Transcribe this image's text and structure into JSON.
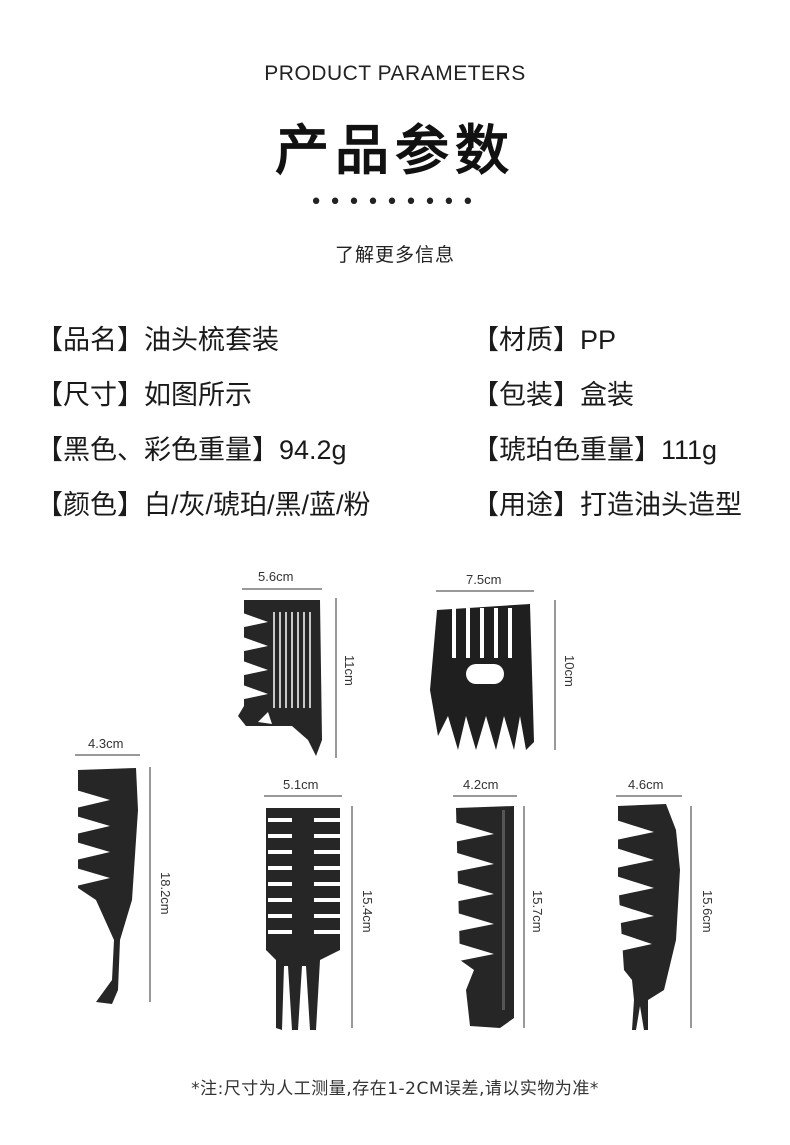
{
  "header": {
    "english_title": "PRODUCT PARAMETERS",
    "chinese_title": "产品参数",
    "dots": "•••••••••",
    "subtitle": "了解更多信息"
  },
  "parameters": [
    {
      "label": "【品名】",
      "value": "油头梳套装"
    },
    {
      "label": "【材质】",
      "value": "PP"
    },
    {
      "label": "【尺寸】",
      "value": "如图所示"
    },
    {
      "label": "【包装】",
      "value": "盒装"
    },
    {
      "label": "【黑色、彩色重量】",
      "value": "94.2g"
    },
    {
      "label": "【琥珀色重量】",
      "value": "111g"
    },
    {
      "label": "【颜色】",
      "value": "白/灰/琥珀/黑/蓝/粉"
    },
    {
      "label": "【用途】",
      "value": "打造油头造型"
    }
  ],
  "combs": [
    {
      "width": "5.6cm",
      "height": "11cm"
    },
    {
      "width": "7.5cm",
      "height": "10cm"
    },
    {
      "width": "4.3cm",
      "height": "18.2cm"
    },
    {
      "width": "5.1cm",
      "height": "15.4cm"
    },
    {
      "width": "4.2cm",
      "height": "15.7cm"
    },
    {
      "width": "4.6cm",
      "height": "15.6cm"
    }
  ],
  "colors": {
    "comb": "#222222",
    "text": "#1a1a1a",
    "background": "#ffffff"
  },
  "footer_note": "*注:尺寸为人工测量,存在1-2CM误差,请以实物为准*"
}
